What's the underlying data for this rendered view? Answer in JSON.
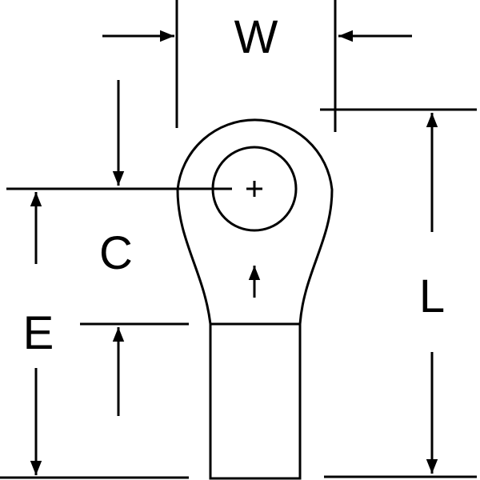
{
  "labels": {
    "width": "W",
    "center": "C",
    "edge": "E",
    "length": "L"
  },
  "colors": {
    "stroke": "#000000",
    "background": "#ffffff"
  }
}
